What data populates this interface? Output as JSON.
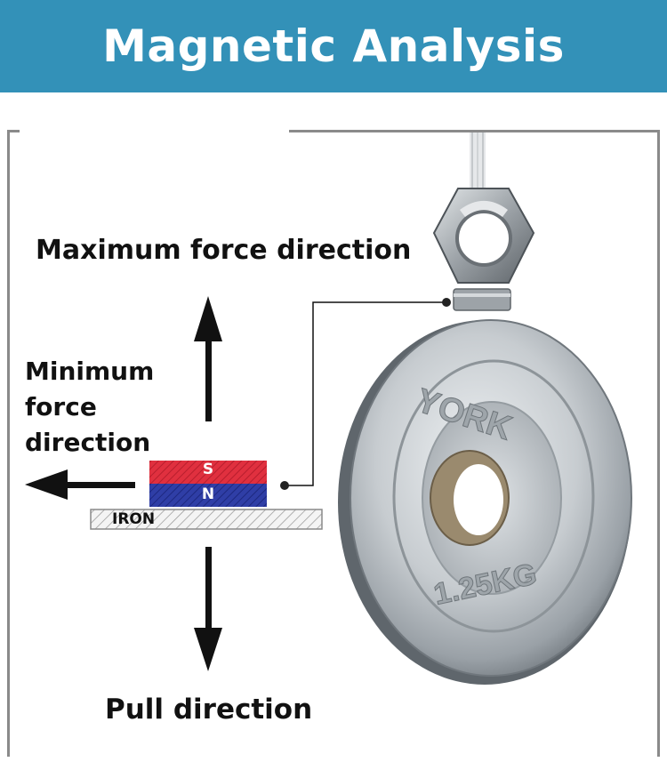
{
  "header": {
    "title": "Magnetic Analysis",
    "background": "#3391b8"
  },
  "labels": {
    "max_force": "Maximum force direction",
    "min_force": "Minimum force direction",
    "pull": "Pull direction",
    "iron": "IRON"
  },
  "magnet": {
    "south_label": "S",
    "north_label": "N",
    "south_color": "#e0303f",
    "north_color": "#2f3ea6"
  },
  "weight": {
    "brand": "YORK",
    "mass": "1.25KG"
  }
}
